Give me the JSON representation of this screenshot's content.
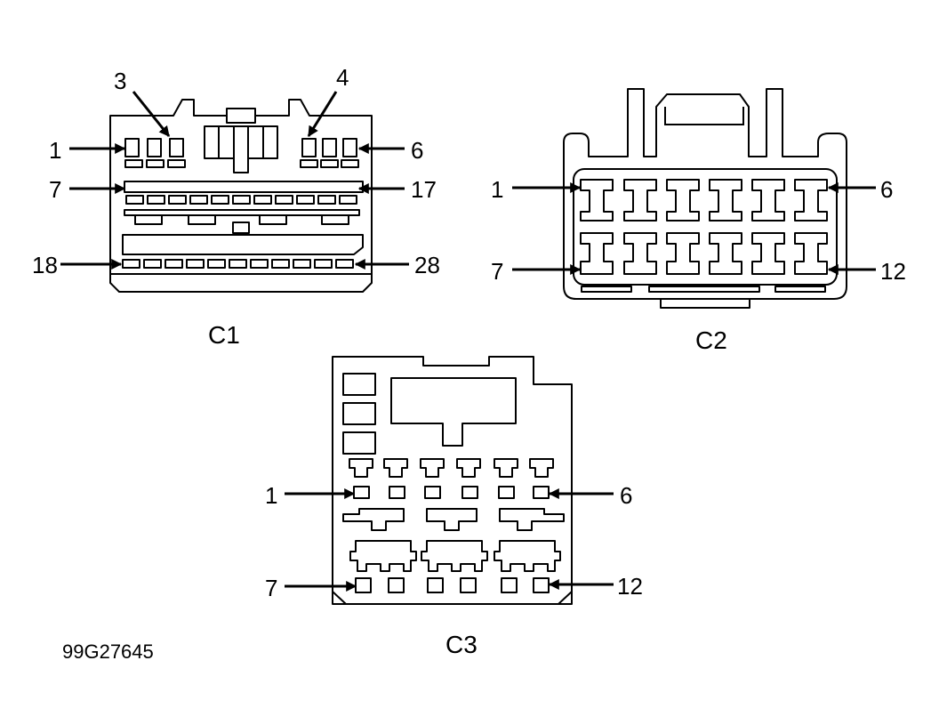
{
  "figure_id": "99G27645",
  "connectors": {
    "c1": {
      "label": "C1",
      "pins": {
        "p1": "1",
        "p3": "3",
        "p4": "4",
        "p6": "6",
        "p7": "7",
        "p17": "17",
        "p18": "18",
        "p28": "28"
      }
    },
    "c2": {
      "label": "C2",
      "pins": {
        "p1": "1",
        "p6": "6",
        "p7": "7",
        "p12": "12"
      }
    },
    "c3": {
      "label": "C3",
      "pins": {
        "p1": "1",
        "p6": "6",
        "p7": "7",
        "p12": "12"
      }
    }
  }
}
